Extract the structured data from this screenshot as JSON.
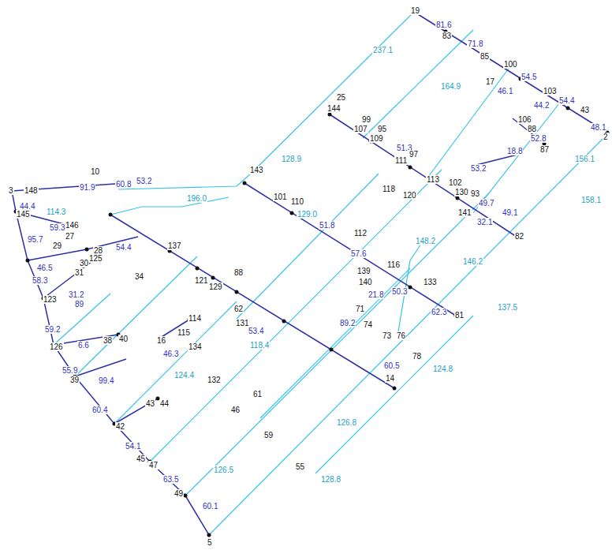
{
  "diagram": {
    "labels": [
      "19",
      "81.6",
      "83",
      "71.8",
      "85",
      "100",
      "54.5",
      "17",
      "46.1",
      "103",
      "44.2",
      "54.4",
      "43",
      "48.1",
      "2",
      "10",
      "3",
      "148",
      "91.9",
      "60.8",
      "53.2",
      "44.4",
      "114.3",
      "196.0",
      "145",
      "146",
      "59.3",
      "27",
      "95.7",
      "29",
      "137",
      "54.4",
      "28",
      "125",
      "30",
      "31",
      "46.5",
      "58.3",
      "34",
      "88",
      "121",
      "129",
      "31.2",
      "89",
      "123",
      "62",
      "114",
      "131",
      "53.4",
      "115",
      "16",
      "134",
      "46.3",
      "59.2",
      "126",
      "6.6",
      "38",
      "40",
      "132",
      "55.9",
      "39",
      "99.4",
      "60.4",
      "43",
      "44",
      "42",
      "54.1",
      "45",
      "47",
      "63.5",
      "49",
      "60.1",
      "5",
      "46",
      "61",
      "59",
      "55",
      "25",
      "144",
      "99",
      "107",
      "95",
      "109",
      "51.3",
      "97",
      "111",
      "143",
      "101",
      "110",
      "118",
      "120",
      "113",
      "102",
      "130",
      "93",
      "106",
      "88",
      "52.8",
      "87",
      "18.8",
      "53.2",
      "49.7",
      "141",
      "49.1",
      "32.1",
      "82",
      "51.8",
      "112",
      "57.6",
      "116",
      "139",
      "140",
      "50.3",
      "21.8",
      "133",
      "62.3",
      "81",
      "71",
      "74",
      "89.2",
      "73",
      "76",
      "78",
      "60.5",
      "14",
      "237.1",
      "164.9",
      "128.9",
      "129.0",
      "148.2",
      "146.2",
      "137.5",
      "156.1",
      "158.1",
      "124.8",
      "126.8",
      "128.8",
      "118.4",
      "124.4",
      "126.5"
    ]
  }
}
